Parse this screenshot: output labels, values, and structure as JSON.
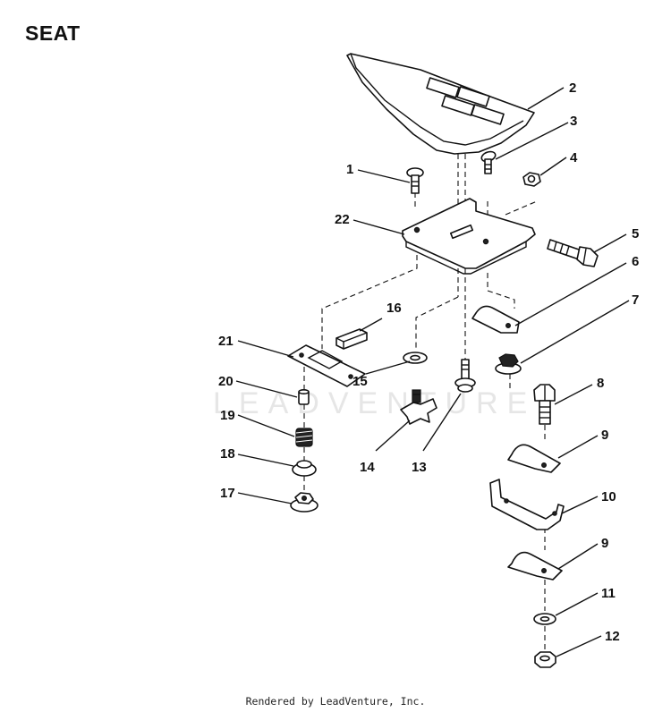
{
  "title": "SEAT",
  "footer": "Rendered by LeadVenture, Inc.",
  "watermark": "LEADVENTURE",
  "callouts": [
    "1",
    "2",
    "3",
    "4",
    "5",
    "6",
    "7",
    "8",
    "9",
    "10",
    "9",
    "11",
    "12",
    "13",
    "14",
    "15",
    "16",
    "17",
    "18",
    "19",
    "20",
    "21",
    "22"
  ]
}
